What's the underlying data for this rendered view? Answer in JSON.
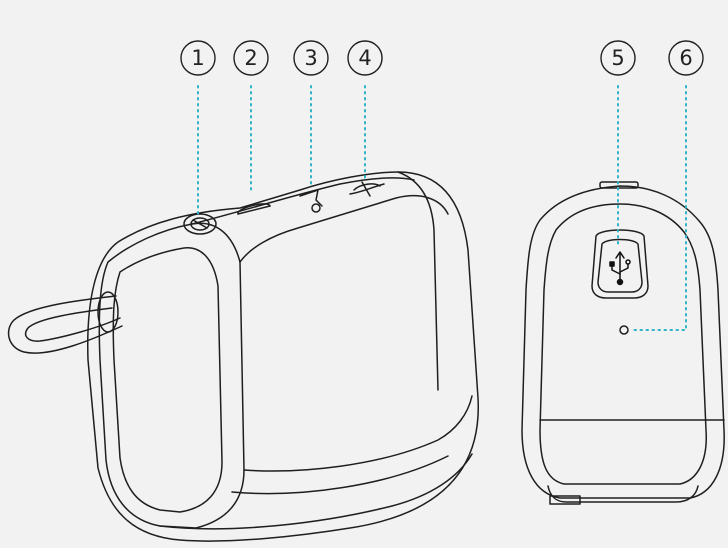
{
  "colors": {
    "background": "#f2f2f2",
    "outline": "#1f1f1f",
    "leader_line": "#2fb3c9"
  },
  "callouts": [
    {
      "number": "1",
      "target": "power-button"
    },
    {
      "number": "2",
      "target": "bluetooth-indicator"
    },
    {
      "number": "3",
      "target": "play-pause-button"
    },
    {
      "number": "4",
      "target": "pairing-button"
    },
    {
      "number": "5",
      "target": "usb-port"
    },
    {
      "number": "6",
      "target": "microphone-hole"
    }
  ],
  "icons": {
    "usb": "usb-icon"
  }
}
